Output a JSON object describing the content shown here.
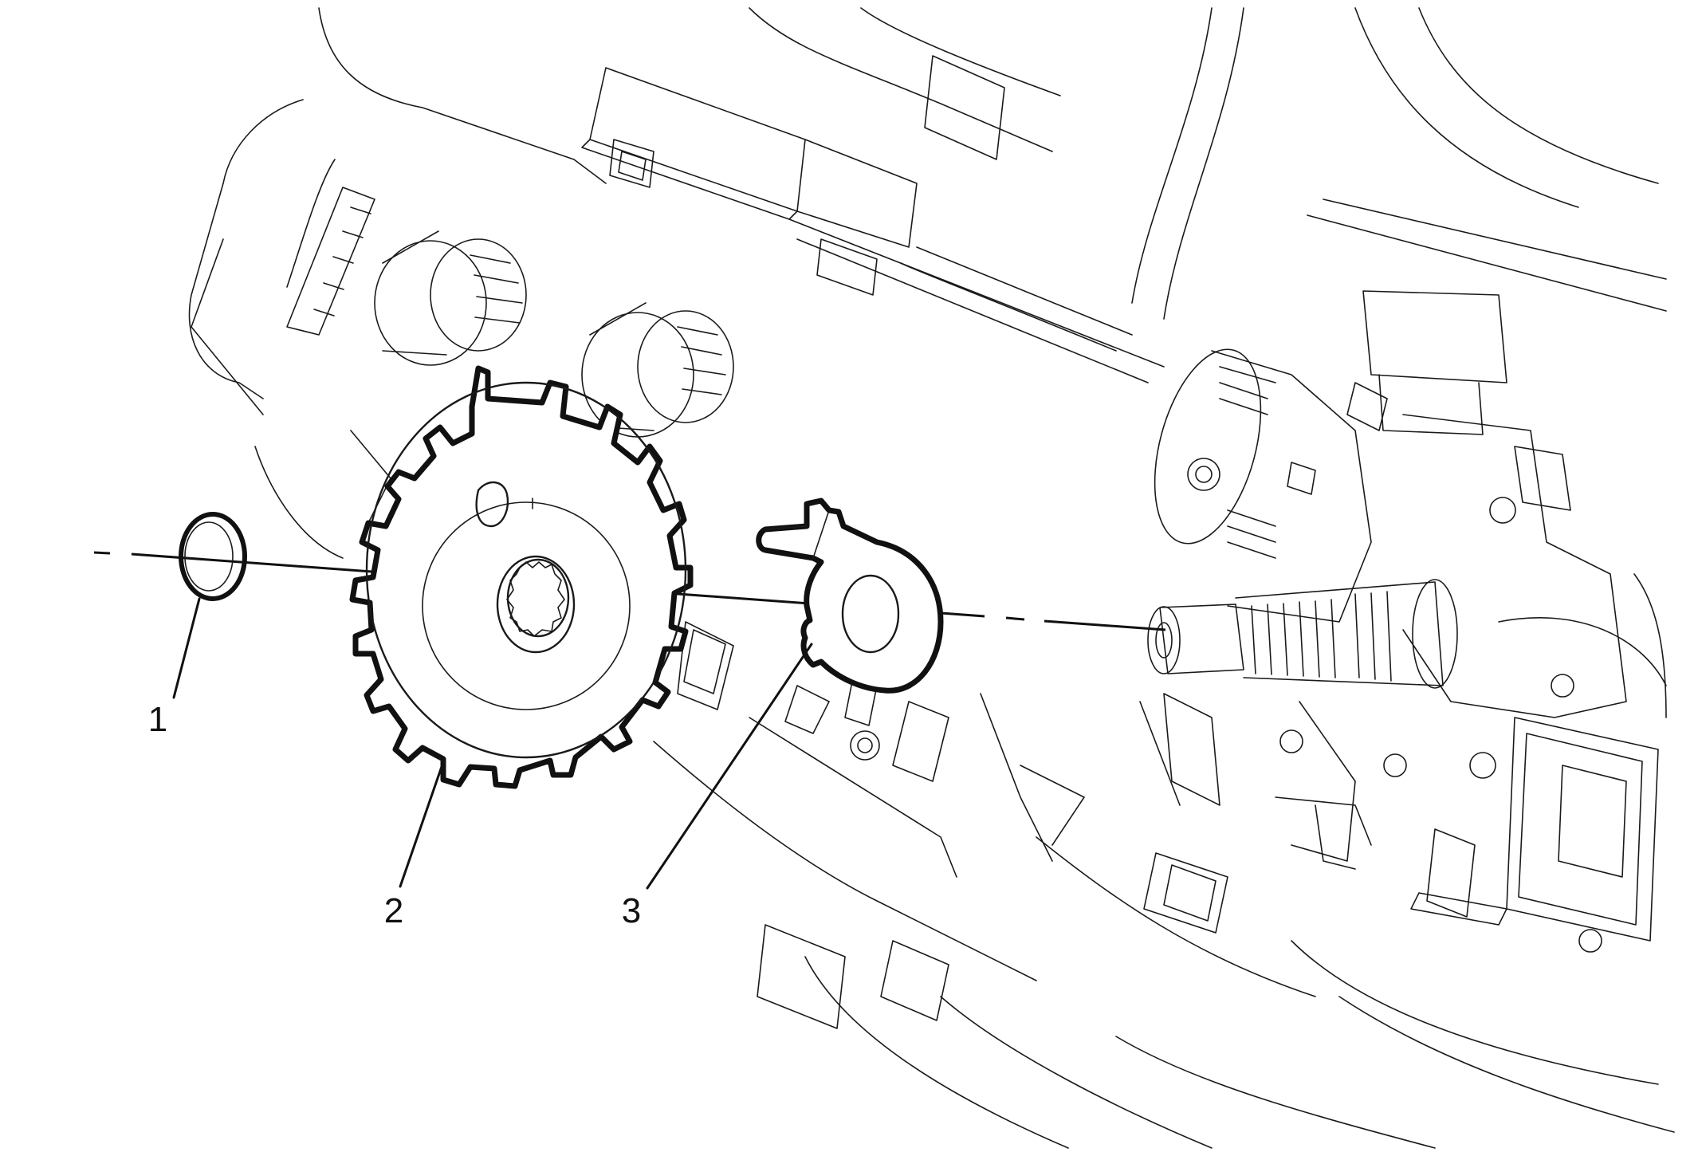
{
  "diagram": {
    "callouts": [
      {
        "id": "1",
        "label": "1"
      },
      {
        "id": "2",
        "label": "2"
      },
      {
        "id": "3",
        "label": "3"
      }
    ],
    "colors": {
      "line": "#1a1a1a",
      "highlight": "#111111",
      "background": "#ffffff"
    }
  }
}
